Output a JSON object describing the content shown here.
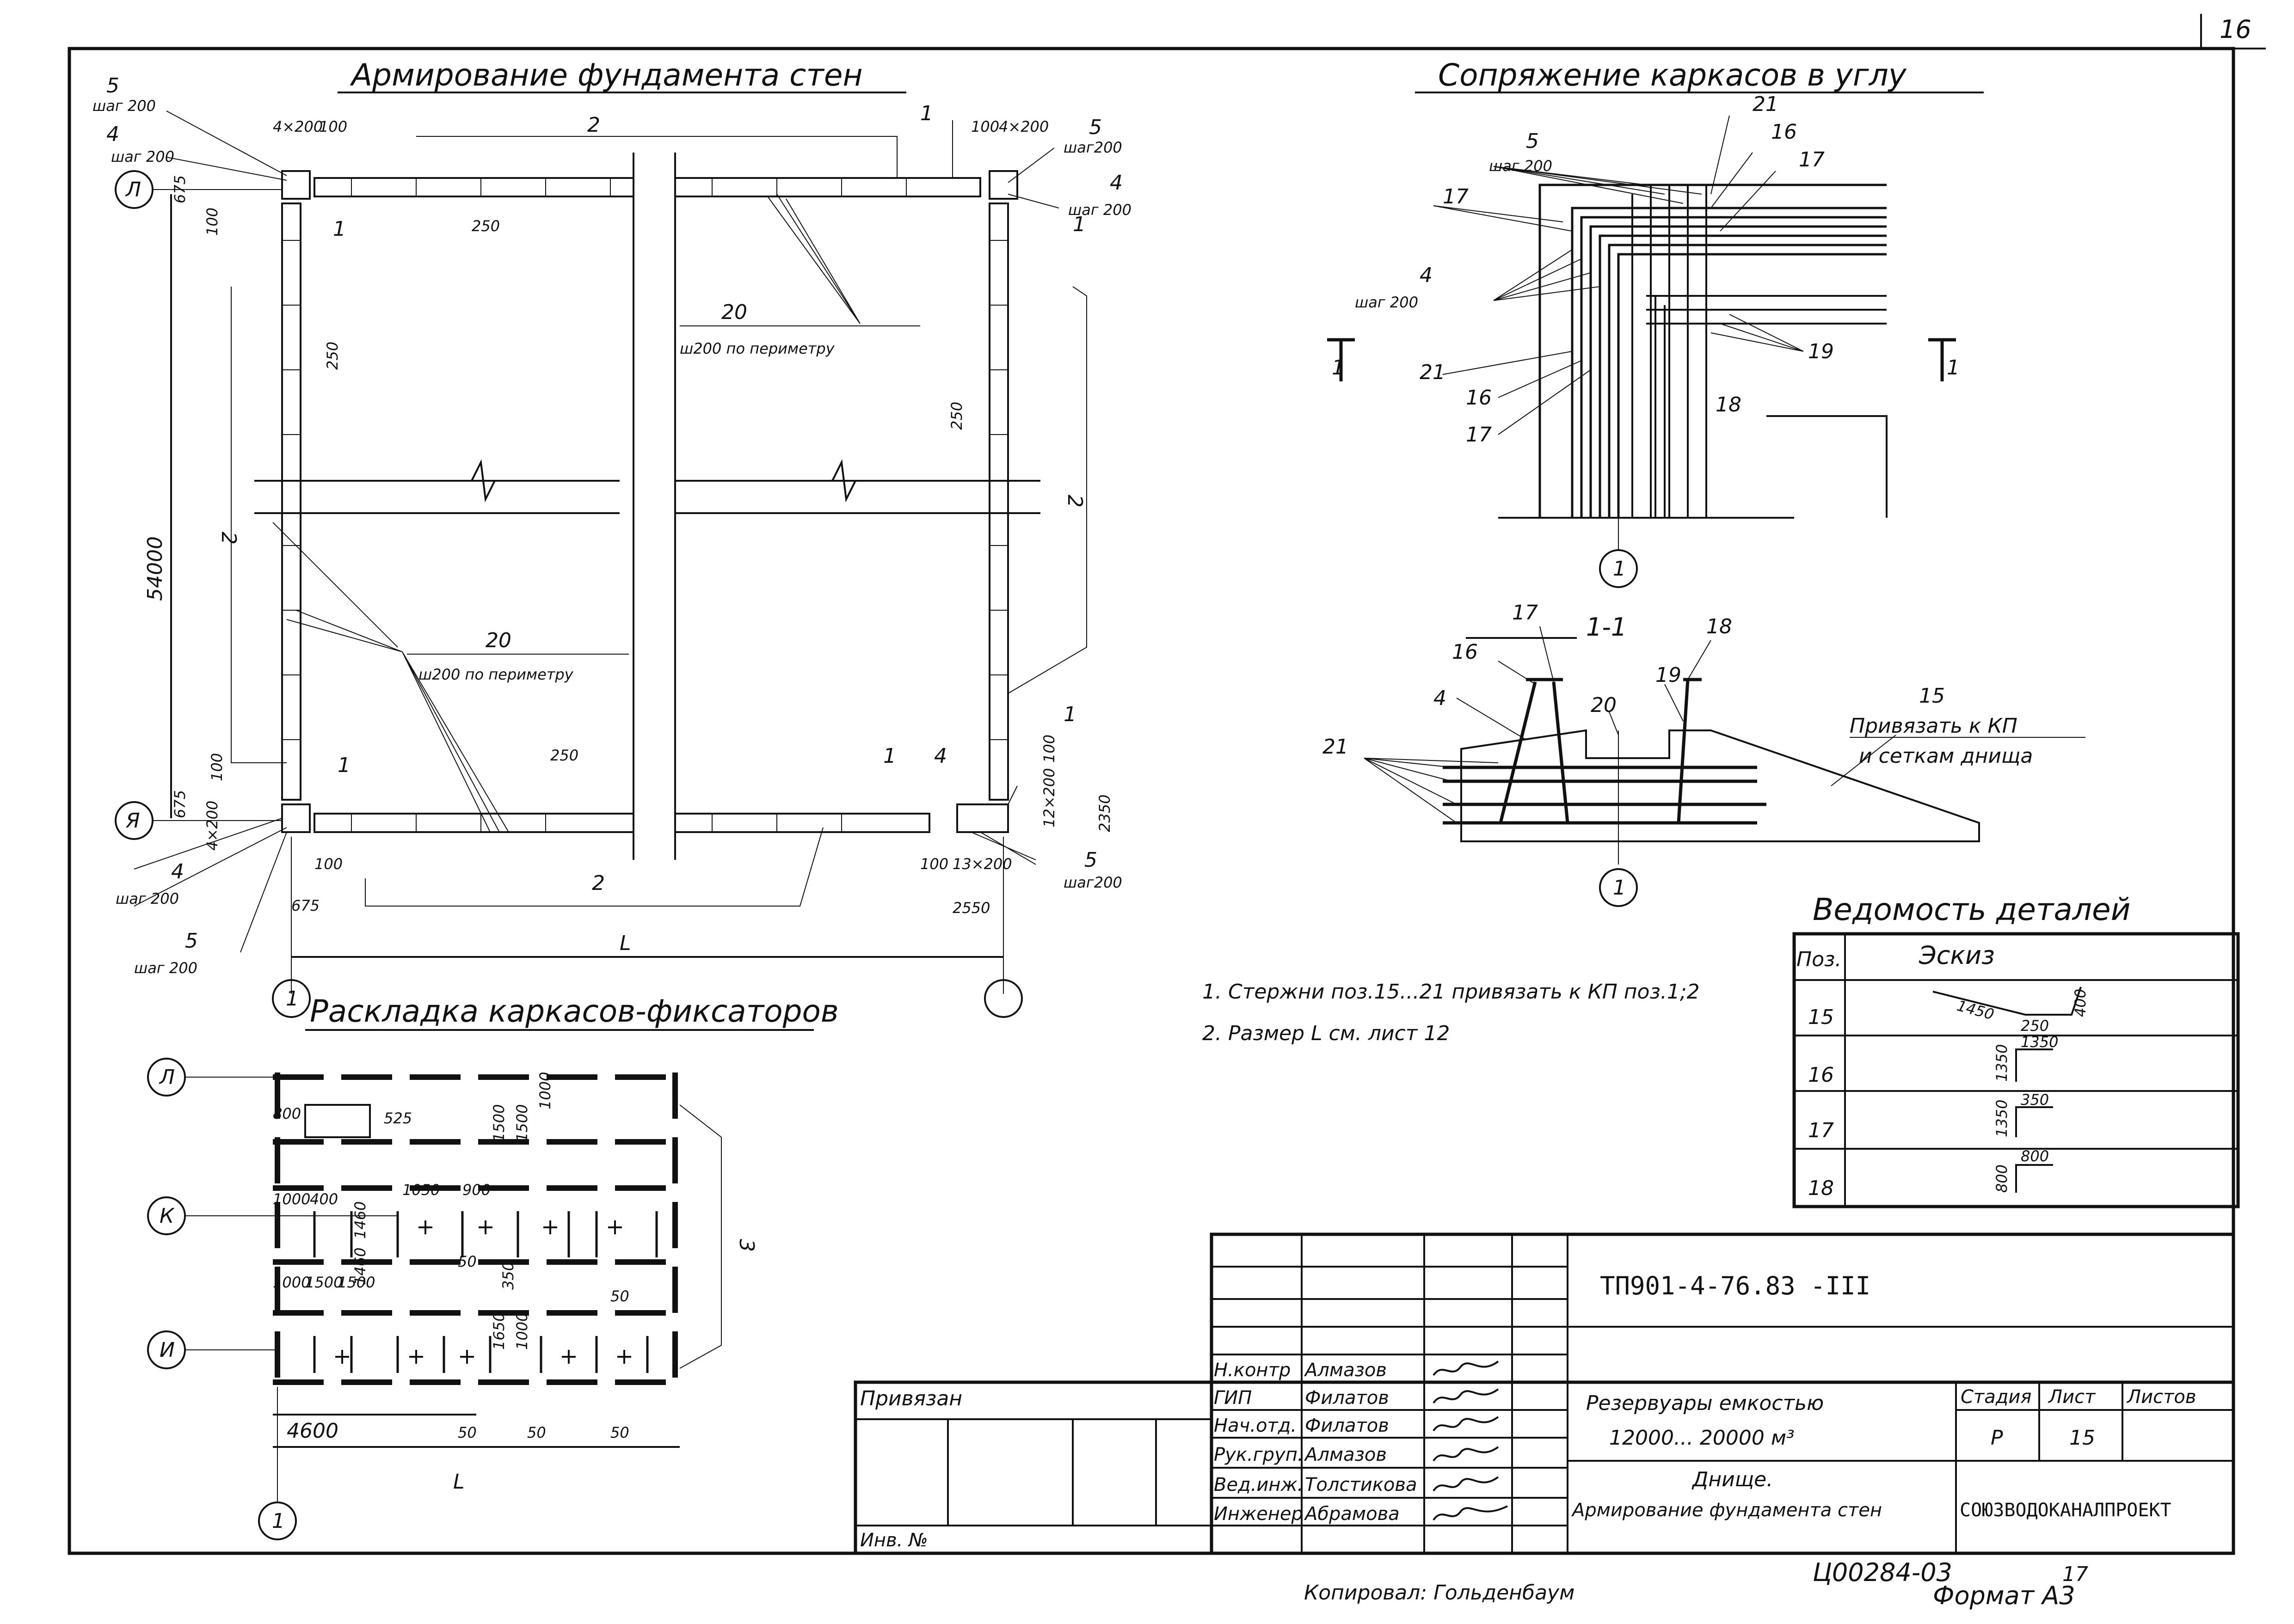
{
  "page_number": "16",
  "titles": {
    "foundation": "Армирование фундамента стен",
    "corner": "Сопряжение каркасов в углу",
    "layout": "Раскладка каркасов-фиксаторов",
    "section": "1-1",
    "schedule": "Ведомость деталей"
  },
  "foundation_labels": {
    "pos5_tl": "5",
    "step200_a": "шаг 200",
    "pos4_tl": "4",
    "step200_b": "шаг 200",
    "axis_L": "Л",
    "axis_Ya": "Я",
    "axis_1": "1",
    "d675_a": "675",
    "d100_a": "100",
    "d4x200_a": "4×200",
    "d100_b": "100",
    "pos2_top": "2",
    "pos1_top": "1",
    "d100_c": "100",
    "d4x200_b": "4×200",
    "pos5_tr": "5",
    "step200_c": "шаг200",
    "pos4_tr": "4",
    "step200_d": "шаг 200",
    "pos1_tl": "1",
    "d250_a": "250",
    "d250_b": "250",
    "pos1_tr": "1",
    "pos20_a": "20",
    "perimeter_a": "ш200 по периметру",
    "d250_c": "250",
    "d54000": "54000",
    "pos2_left": "2",
    "pos2_right": "2",
    "pos20_b": "20",
    "perimeter_b": "ш200 по периметру",
    "d675_b": "675",
    "d100_d": "100",
    "d4x200_c": "4×200",
    "pos1_bl": "1",
    "d250_d": "250",
    "pos1_bm": "1",
    "pos4_bm": "4",
    "pos1_br": "1",
    "d100_e": "100",
    "d12x200": "12×200",
    "d2350": "2350",
    "pos4_bl": "4",
    "step200_e": "шаг 200",
    "pos5_bl": "5",
    "step200_f": "шаг 200",
    "d100_f": "100",
    "d675_c": "675",
    "pos2_bottom": "2",
    "d100_g": "100",
    "d13x200": "13×200",
    "pos5_br": "5",
    "step200_g": "шаг200",
    "d2550": "2550",
    "dim_L": "L"
  },
  "corner_labels": {
    "pos5": "5",
    "step200_a": "шаг 200",
    "pos21_a": "21",
    "pos16_a": "16",
    "pos17_a": "17",
    "pos17_b": "17",
    "pos4": "4",
    "step200_b": "шаг 200",
    "cut_left": "1",
    "cut_right": "1",
    "pos21_b": "21",
    "pos16_b": "16",
    "pos17_c": "17",
    "pos19": "19",
    "pos18": "18",
    "axis_1": "1"
  },
  "section_labels": {
    "pos16": "16",
    "pos17": "17",
    "pos18": "18",
    "pos4": "4",
    "pos20": "20",
    "pos19": "19",
    "pos21": "21",
    "pos15": "15",
    "note_line1": "Привязать к КП",
    "note_line2": "и сеткам днища",
    "axis_1": "1"
  },
  "notes": {
    "n1": "1. Стержни поз.15...21 привязать к КП поз.1;2",
    "n2": "2. Размер L см. лист 12"
  },
  "layout_labels": {
    "axis_L": "Л",
    "axis_K": "К",
    "axis_I": "И",
    "axis_1": "1",
    "d800": "800",
    "d525": "525",
    "d1500_a": "1500",
    "d1500_b": "1500",
    "d1000_a": "1000",
    "d1000_b": "1000",
    "d400": "400",
    "d1460_a": "1460",
    "d1460_b": "1460",
    "d1050": "1050",
    "d900": "900",
    "d50_a": "50",
    "d1500_c": "1500",
    "d1000_c": "1000",
    "d1500_d": "1500",
    "d350": "350",
    "d1650": "1650",
    "d1000_d": "1000",
    "d50_b": "50",
    "pos3": "3",
    "d4600": "4600",
    "d50_c": "50",
    "d50_d": "50",
    "d50_e": "50",
    "dim_L": "L"
  },
  "schedule": {
    "header_pos": "Поз.",
    "header_sketch": "Эскиз",
    "rows": [
      {
        "pos": "15",
        "dims": [
          "1450",
          "250",
          "400"
        ]
      },
      {
        "pos": "16",
        "dims": [
          "1350",
          "1350"
        ]
      },
      {
        "pos": "17",
        "dims": [
          "1350",
          "350"
        ]
      },
      {
        "pos": "18",
        "dims": [
          "800",
          "800"
        ]
      }
    ]
  },
  "stamp": {
    "doc_code": "ТП901-4-76.83 -III",
    "tied": "Привязан",
    "inv": "Инв. №",
    "roles": [
      "Н.контр",
      "ГИП",
      "Нач.отд.",
      "Рук.груп.",
      "Вед.инж.",
      "Инженер"
    ],
    "names": [
      "Алмазов",
      "Филатов",
      "Филатов",
      "Алмазов",
      "Толстикова",
      "Абрамова"
    ],
    "project_line1": "Резервуары емкостью",
    "project_line2": "12000... 20000 м³",
    "sheet_line1": "Днище.",
    "sheet_line2": "Армирование фундамента стен",
    "stage_label": "Стадия",
    "sheet_label": "Лист",
    "sheets_label": "Листов",
    "stage": "Р",
    "sheet": "15",
    "org": "СОЮЗВОДОКАНАЛПРОЕКТ"
  },
  "footer": {
    "copied": "Копировал: Гольденбаум",
    "code": "Ц00284-03",
    "sheet_no": "17",
    "format": "Формат А3"
  }
}
